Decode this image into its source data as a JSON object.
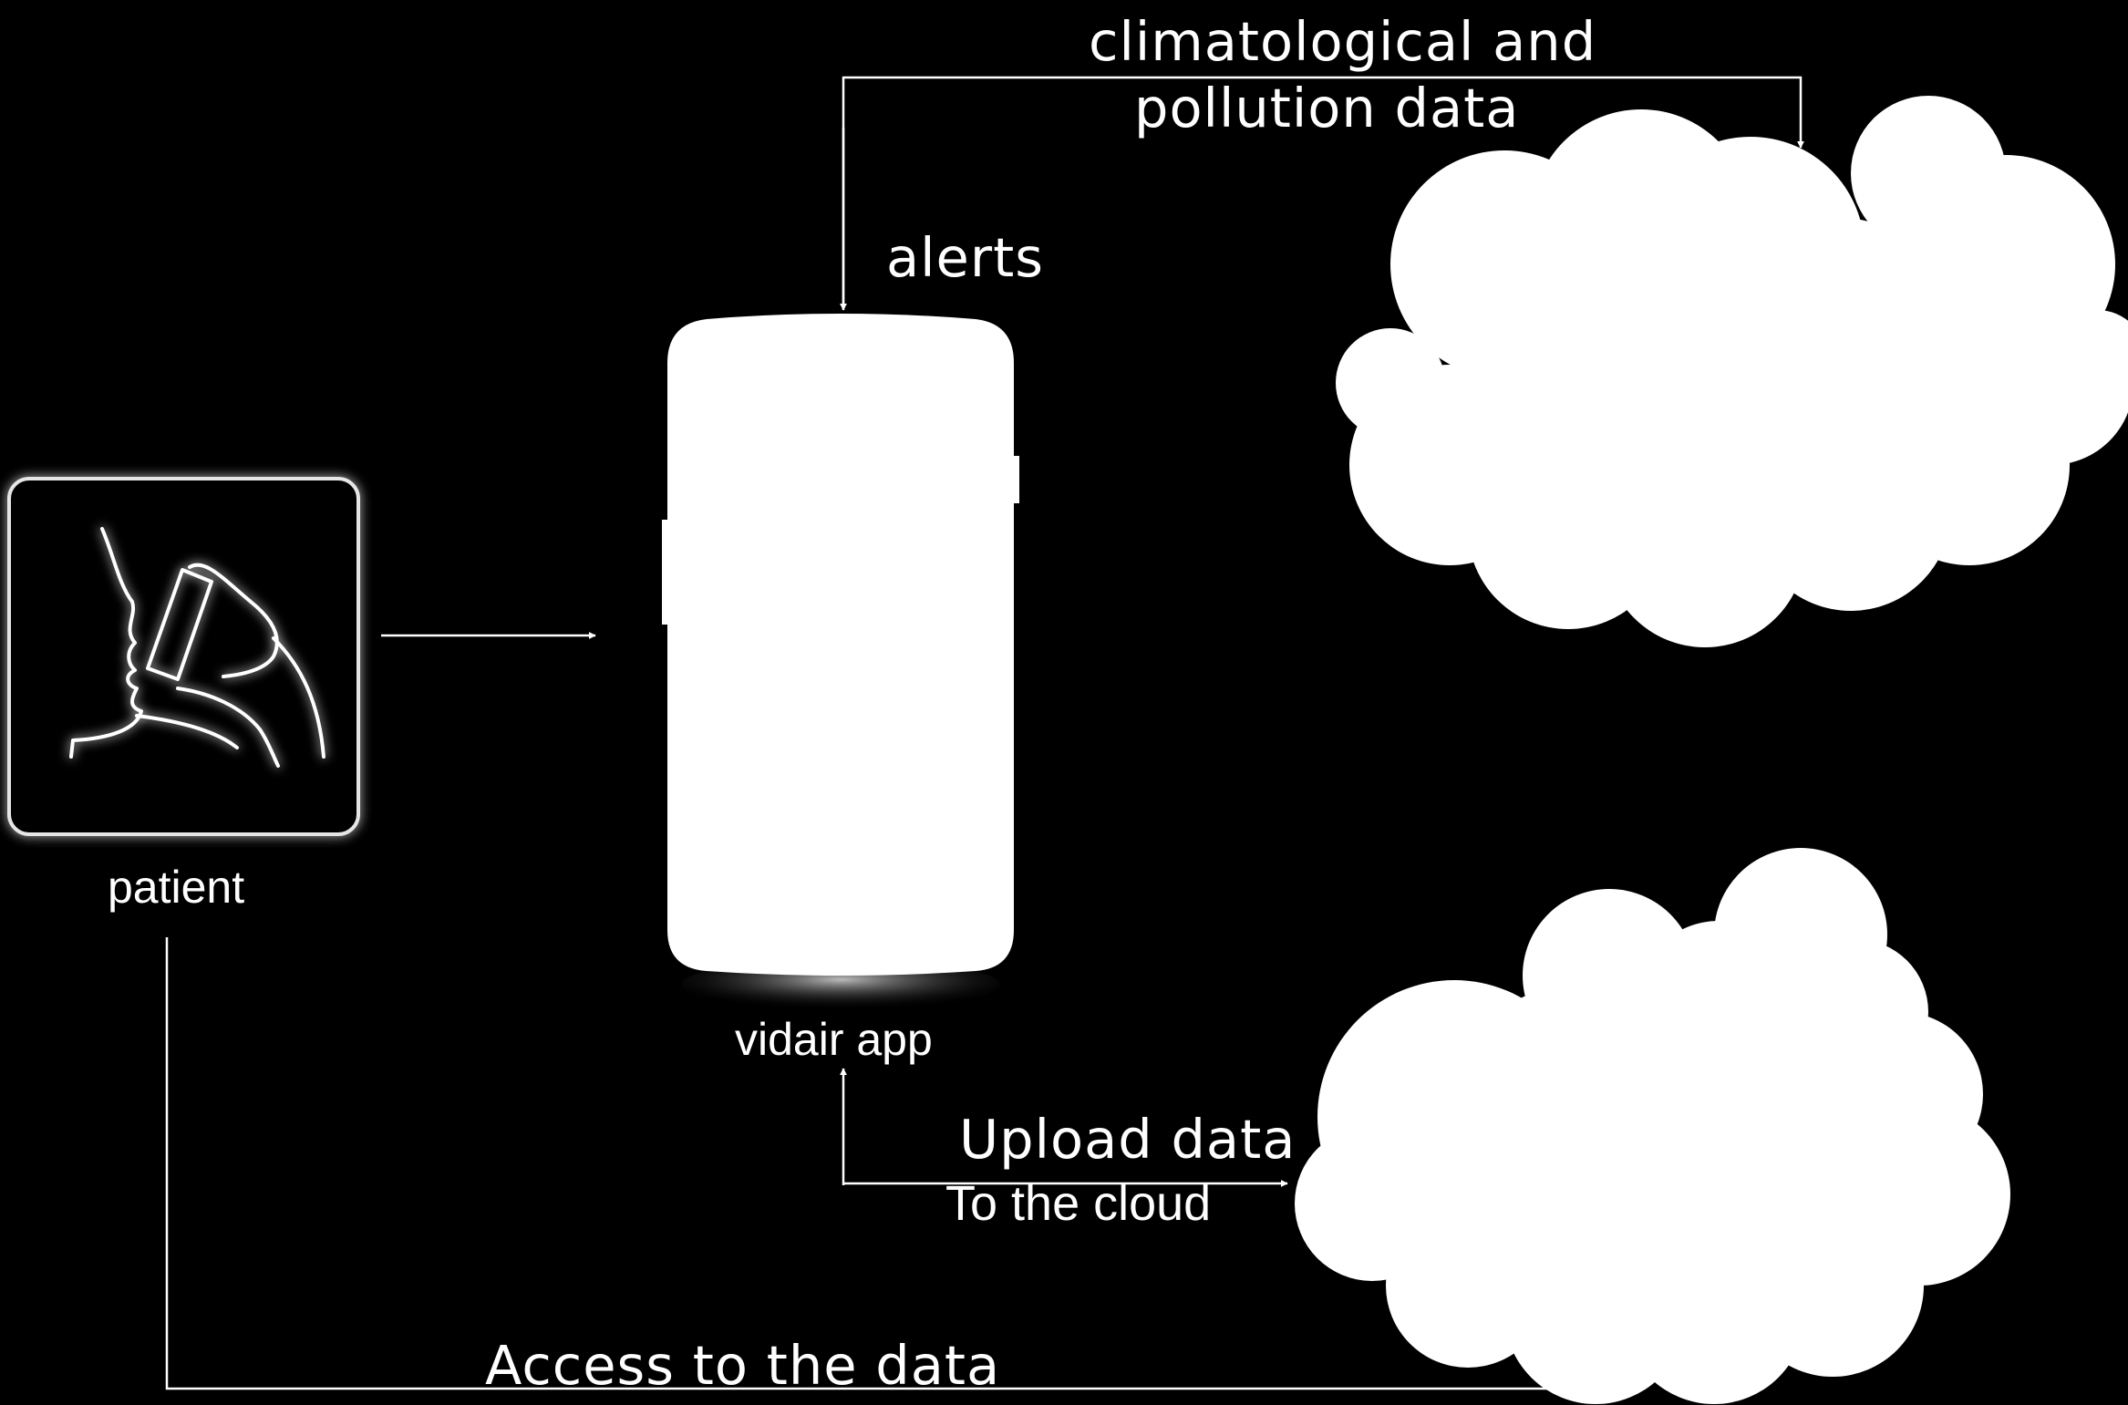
{
  "colors": {
    "background": "#000000",
    "foreground": "#ffffff"
  },
  "icons": {
    "patient": "inhaler-icon",
    "phone": "smartphone-icon",
    "cloud": "cloud-icon"
  },
  "nodes": {
    "patient": {
      "label": "patient"
    },
    "app": {
      "label": "vidair app"
    }
  },
  "edges": {
    "climate": {
      "line1": "climatological and",
      "line2": "pollution data"
    },
    "alerts": {
      "label": "alerts"
    },
    "upload": {
      "line1": "Upload data",
      "line2": "To the cloud"
    },
    "access": {
      "label": "Access to the data"
    }
  }
}
